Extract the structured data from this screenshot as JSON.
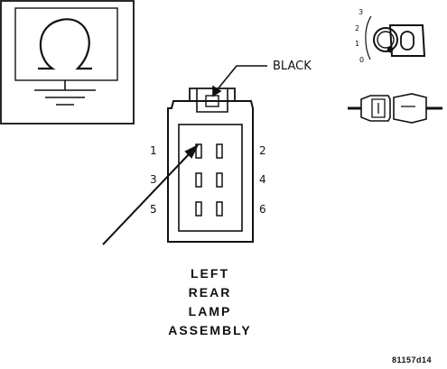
{
  "ground_symbol": {
    "icon": "ground-omega-icon"
  },
  "ignition": {
    "icon": "ignition-key-icon",
    "positions": [
      "3",
      "2",
      "1",
      "0"
    ]
  },
  "connector_icon": {
    "icon": "connector-plug-icon"
  },
  "connector": {
    "wire_color": "BLACK",
    "pins": [
      "1",
      "2",
      "3",
      "4",
      "5",
      "6"
    ]
  },
  "title": {
    "lines": [
      "LEFT",
      "REAR",
      "LAMP",
      "ASSEMBLY"
    ]
  },
  "figure_id": "81157d14"
}
